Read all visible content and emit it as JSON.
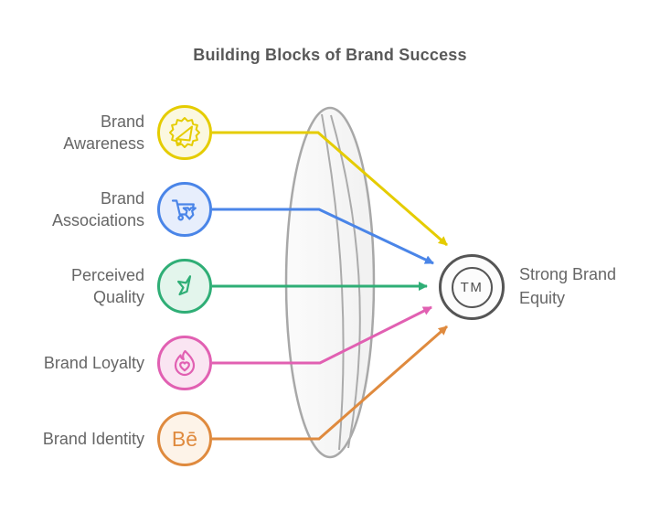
{
  "title": "Building Blocks of Brand Success",
  "items": [
    {
      "label": "Brand Awareness",
      "icon": "promotion-badge-icon",
      "color": "#E5CC00",
      "fill": "#FBF8E0"
    },
    {
      "label": "Brand Associations",
      "icon": "cart-star-icon",
      "color": "#4A85E8",
      "fill": "#E7EEFC"
    },
    {
      "label": "Perceived Quality",
      "icon": "half-star-icon",
      "color": "#2FAE76",
      "fill": "#E3F5EC"
    },
    {
      "label": "Brand Loyalty",
      "icon": "flame-heart-icon",
      "color": "#E160B2",
      "fill": "#FAE5F2"
    },
    {
      "label": "Brand Identity",
      "icon": "behance-icon",
      "color": "#DF8A3E",
      "fill": "#FDF3E8",
      "icon_text": "Bē"
    }
  ],
  "result": {
    "label": "Strong Brand Equity",
    "icon": "trademark-icon",
    "icon_text": "TM"
  },
  "colors": {
    "title_text": "#595959",
    "label_text": "#666666",
    "result_outline": "#555555",
    "lens_stroke": "#A8A8A8",
    "lens_fill": "#F7F7F7"
  }
}
